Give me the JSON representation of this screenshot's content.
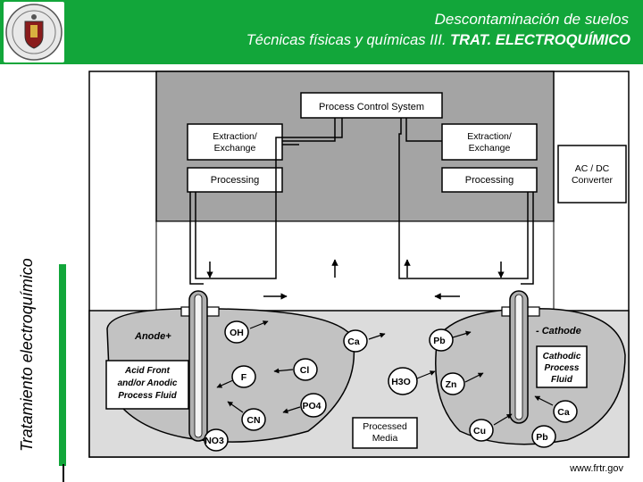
{
  "header": {
    "title_line1": "Descontaminación de suelos",
    "title_line2_prefix": "Técnicas físicas y químicas III.",
    "title_line2_bold": "TRAT. ELECTROQUÍMICO",
    "accent_color": "#12a63a"
  },
  "side_title": "Tratamiento electroquímico",
  "logo_icon": "university-crest-icon",
  "diagram": {
    "process_control": "Process Control System",
    "left_unit": {
      "extraction_line1": "Extraction/",
      "extraction_line2": "Exchange",
      "processing": "Processing"
    },
    "right_unit": {
      "extraction_line1": "Extraction/",
      "extraction_line2": "Exchange",
      "processing": "Processing"
    },
    "converter_line1": "AC / DC",
    "converter_line2": "Converter",
    "anode_label": "Anode+",
    "cathode_label": "- Cathode",
    "acid_front": [
      "Acid Front",
      "and/or Anodic",
      "Process Fluid"
    ],
    "cathodic": [
      "Cathodic",
      "Process",
      "Fluid"
    ],
    "processed_media": [
      "Processed",
      "Media"
    ],
    "ions": [
      "OH",
      "Ca",
      "Pb",
      "F",
      "Cl",
      "H3O",
      "Zn",
      "PO4",
      "CN",
      "NO3",
      "Cu",
      "Ca",
      "Pb"
    ]
  },
  "footer_url": "www.frtr.gov"
}
